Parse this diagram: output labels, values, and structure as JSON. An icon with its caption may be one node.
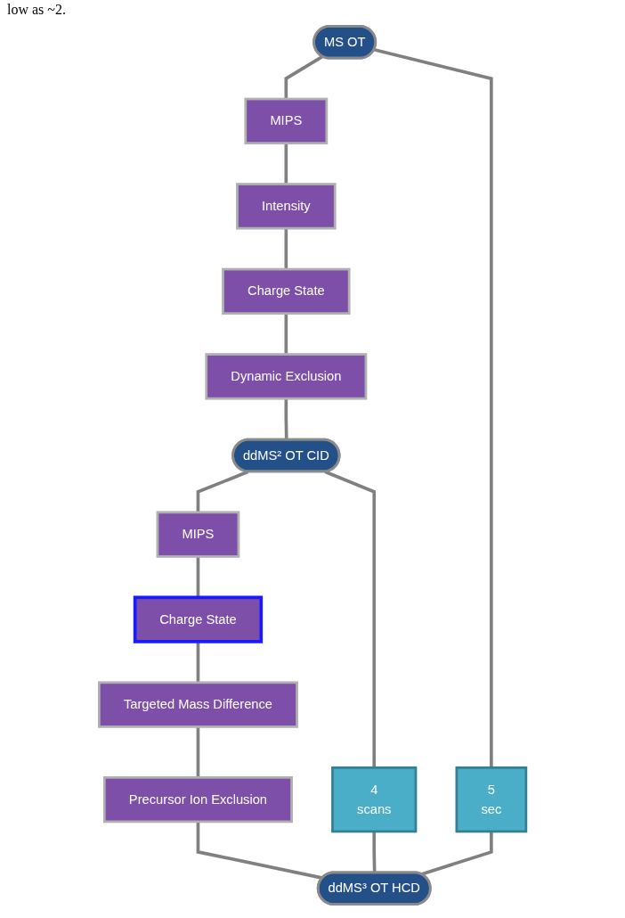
{
  "diagram": {
    "nodes": [
      {
        "text": [
          "MS OT"
        ]
      },
      {
        "text": [
          "MIPS"
        ]
      },
      {
        "text": [
          "Intensity"
        ]
      },
      {
        "text": [
          "Charge State"
        ]
      },
      {
        "text": [
          "Dynamic Exclusion"
        ]
      },
      {
        "text": [
          "ddMS² OT CID"
        ]
      },
      {
        "text": [
          "MIPS"
        ]
      },
      {
        "text": [
          "Charge State"
        ]
      },
      {
        "text": [
          "Targeted Mass Difference"
        ]
      },
      {
        "text": [
          "Precursor Ion Exclusion"
        ]
      },
      {
        "text": [
          "ddMS³ OT HCD"
        ]
      },
      {
        "text": [
          "5",
          "sec"
        ]
      },
      {
        "text": [
          "4",
          "scans"
        ]
      }
    ],
    "edges": [
      {
        "from": 0,
        "to": 1,
        "arrow": "none"
      },
      {
        "from": 1,
        "to": 2,
        "arrow": "none"
      },
      {
        "from": 2,
        "to": 3,
        "arrow": "none"
      },
      {
        "from": 3,
        "to": 4,
        "arrow": "none"
      },
      {
        "from": 4,
        "to": 5,
        "arrow": "none"
      },
      {
        "from": 5,
        "to": 6,
        "arrow": "none"
      },
      {
        "from": 6,
        "to": 7,
        "arrow": "none"
      },
      {
        "from": 7,
        "to": 8,
        "arrow": "none"
      },
      {
        "from": 8,
        "to": 9,
        "arrow": "none"
      },
      {
        "from": 9,
        "to": 10,
        "arrow": "none"
      },
      {
        "from": 0,
        "to": 11,
        "arrow": "none"
      },
      {
        "from": 11,
        "to": 10,
        "arrow": "none"
      },
      {
        "from": 5,
        "to": 12,
        "arrow": "none"
      },
      {
        "from": 12,
        "to": 10,
        "arrow": "none"
      }
    ],
    "labels": [
      "low as ~2."
    ]
  }
}
